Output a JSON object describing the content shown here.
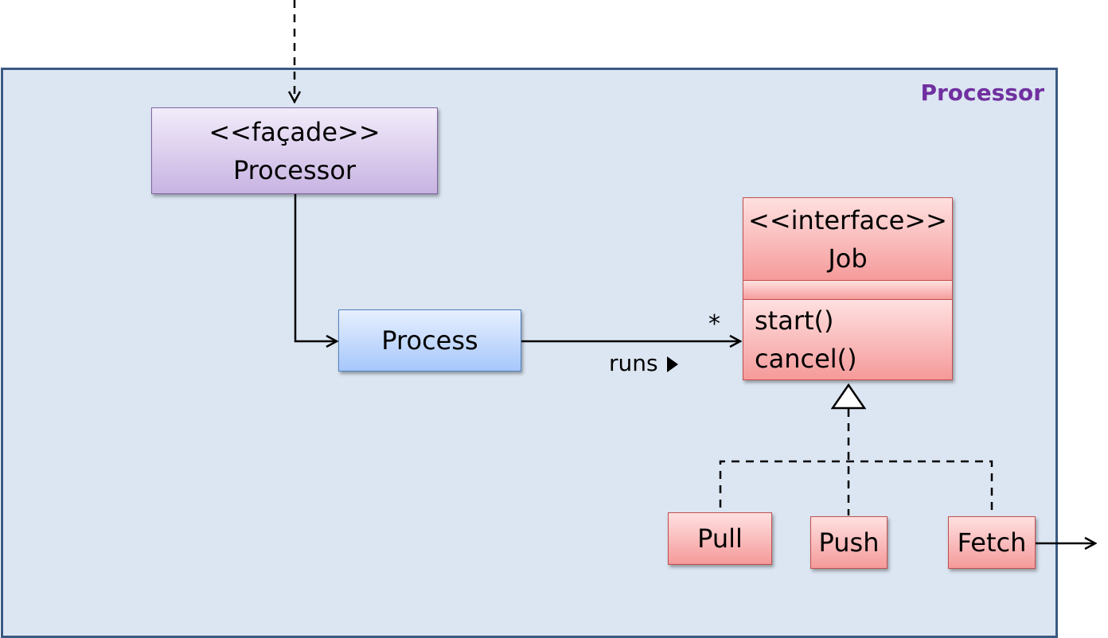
{
  "package": {
    "title": "Processor",
    "border_color": "#3b5a82",
    "fill": "#dce6f2",
    "title_color": "#7030a0"
  },
  "facade": {
    "stereotype": "<<façade>>",
    "name": "Processor"
  },
  "process": {
    "name": "Process"
  },
  "job": {
    "stereotype": "<<interface>>",
    "name": "Job",
    "operations": [
      "start()",
      "cancel()"
    ]
  },
  "implementations": [
    "Pull",
    "Push",
    "Fetch"
  ],
  "association": {
    "label": "runs",
    "multiplicity": "*"
  }
}
